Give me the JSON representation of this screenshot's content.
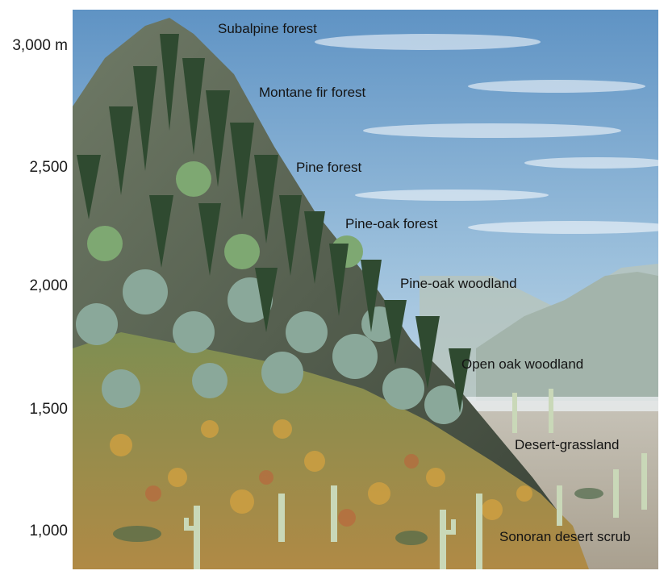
{
  "axis": {
    "ticks": [
      "3,000 m",
      "2,500",
      "2,000",
      "1,500",
      "1,000"
    ]
  },
  "zones": [
    "Subalpine forest",
    "Montane fir forest",
    "Pine forest",
    "Pine-oak forest",
    "Pine-oak woodland",
    "Open oak woodland",
    "Desert-grassland",
    "Sonoran desert scrub"
  ],
  "colors": {
    "sky_top": "#5f93c4",
    "sky_bottom": "#dbe9f3",
    "conifer": "#2f4a30",
    "oak": "#8aa89a",
    "shrub_orange": "#c98a3a",
    "ground": "#b9b0a2",
    "cactus": "#c9d8b8"
  }
}
